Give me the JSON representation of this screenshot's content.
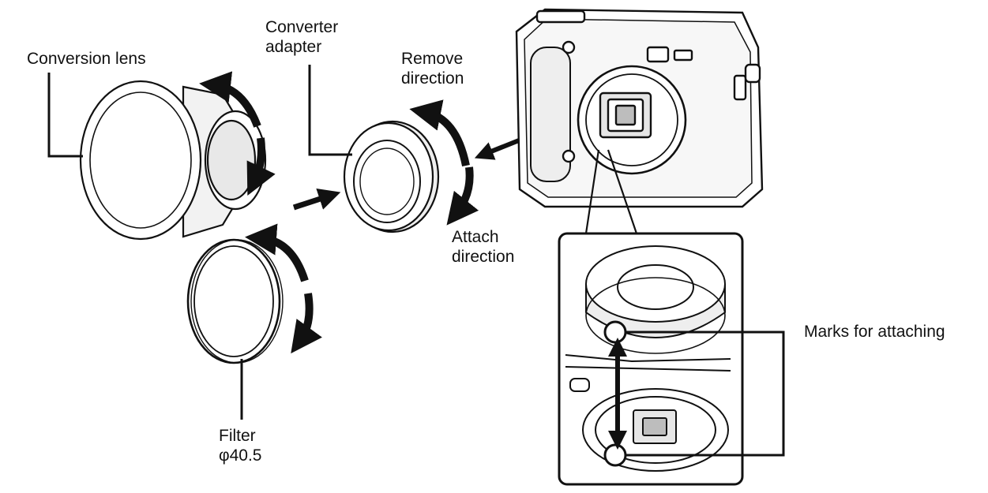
{
  "labels": {
    "conversion_lens": "Conversion lens",
    "converter_adapter": [
      "Converter",
      "adapter"
    ],
    "remove_direction": [
      "Remove",
      "direction"
    ],
    "attach_direction": [
      "Attach",
      "direction"
    ],
    "filter": [
      "Filter",
      "φ40.5"
    ],
    "marks_for_attaching": "Marks for attaching"
  },
  "colors": {
    "ink": "#111111",
    "paper": "#ffffff",
    "shade": "#d9d9d9"
  }
}
